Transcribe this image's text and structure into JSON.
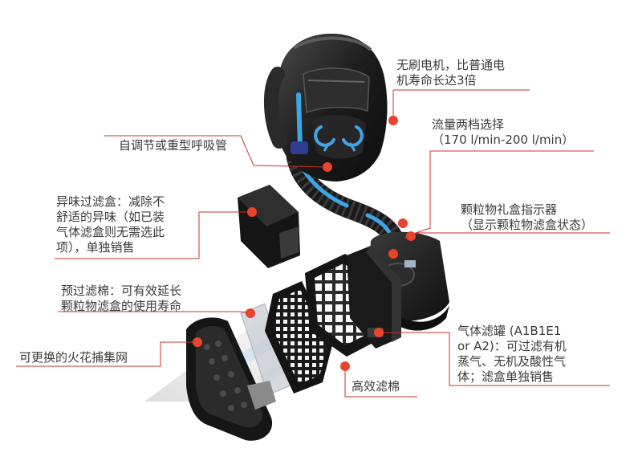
{
  "colors": {
    "leader": "#c9302c",
    "marker": "#e8442e",
    "text": "#3a3a3a",
    "device_dark": "#1b1b1b",
    "airflow": "#3fa6e6"
  },
  "icons": [
    "helmet-illustration",
    "breathing-tube-illustration",
    "blower-unit-illustration",
    "odor-filter-illustration",
    "pre-filter-illustration",
    "particle-filter-illustration",
    "gas-filter-illustration",
    "spark-catcher-illustration",
    "airflow-arrow-icon",
    "marker-dot-icon"
  ],
  "labels": {
    "motor": [
      "无刷电机，比普通电",
      "机寿命长达3倍"
    ],
    "flow": [
      "流量两档选择",
      "（170 l/min-200 l/min）"
    ],
    "tube": [
      "自调节或重型呼吸管"
    ],
    "indicator": [
      "颗粒物礼盒指示器",
      "（显示颗粒物滤盒状态）"
    ],
    "odor_filter": [
      "异味过滤盒：减除不",
      "舒适的异味（如已装",
      "气体滤盒则无需选此",
      "项），单独销售"
    ],
    "pre_filter": [
      "预过滤棉：可有效延长",
      "颗粒物滤盒的使用寿命"
    ],
    "gas_filter": [
      "气体滤罐 (A1B1E1",
      "or A2)：可过滤有机",
      "蒸气、无机及酸性气",
      "体；滤盒单独销售"
    ],
    "spark_catcher": [
      "可更换的火花捕集网"
    ],
    "hepa": [
      "高效滤棉"
    ]
  }
}
